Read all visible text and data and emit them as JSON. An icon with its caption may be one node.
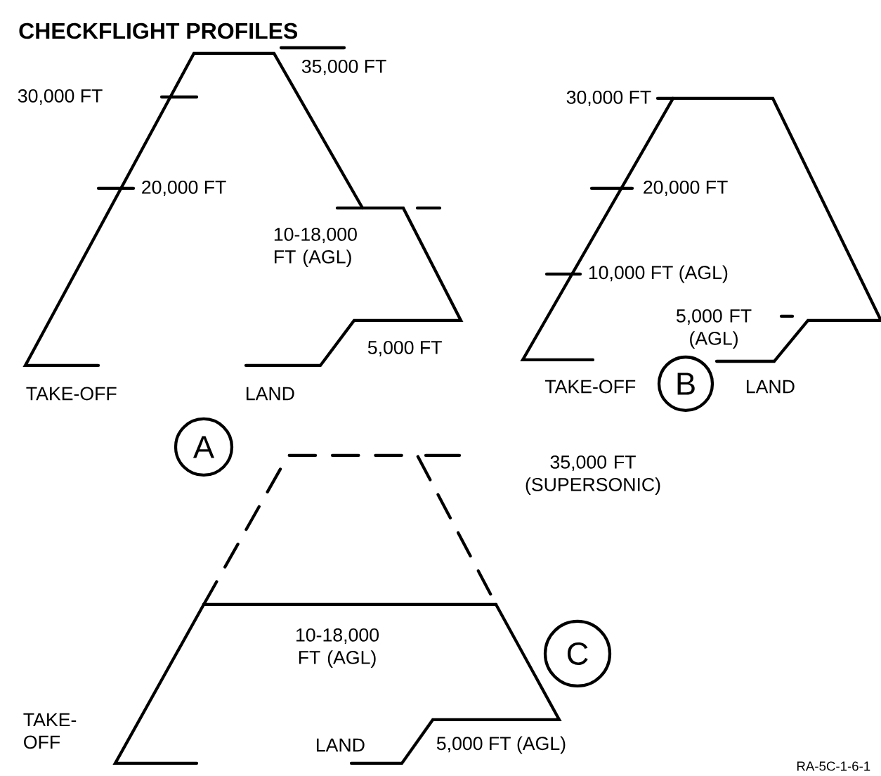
{
  "diagram": {
    "title": "CHECKFLIGHT PROFILES",
    "nodes": [
      {
        "text": [
          "A"
        ]
      },
      {
        "text": [
          "B"
        ]
      },
      {
        "text": [
          "C"
        ]
      }
    ],
    "labels": [
      "35,000 FT",
      "30,000 FT",
      "20,000 FT",
      "10-18,000 FT (AGL)",
      "5,000 FT",
      "TAKE-OFF",
      "LAND",
      "30,000 FT",
      "20,000 FT",
      "10,000 FT (AGL)",
      "5,000 FT (AGL)",
      "TAKE-OFF",
      "LAND",
      "35,000 FT (SUPERSONIC)",
      "10-18,000 FT (AGL)",
      "TAKE-OFF",
      "LAND",
      "5,000 FT (AGL)",
      "RA-5C-1-6-1"
    ]
  }
}
